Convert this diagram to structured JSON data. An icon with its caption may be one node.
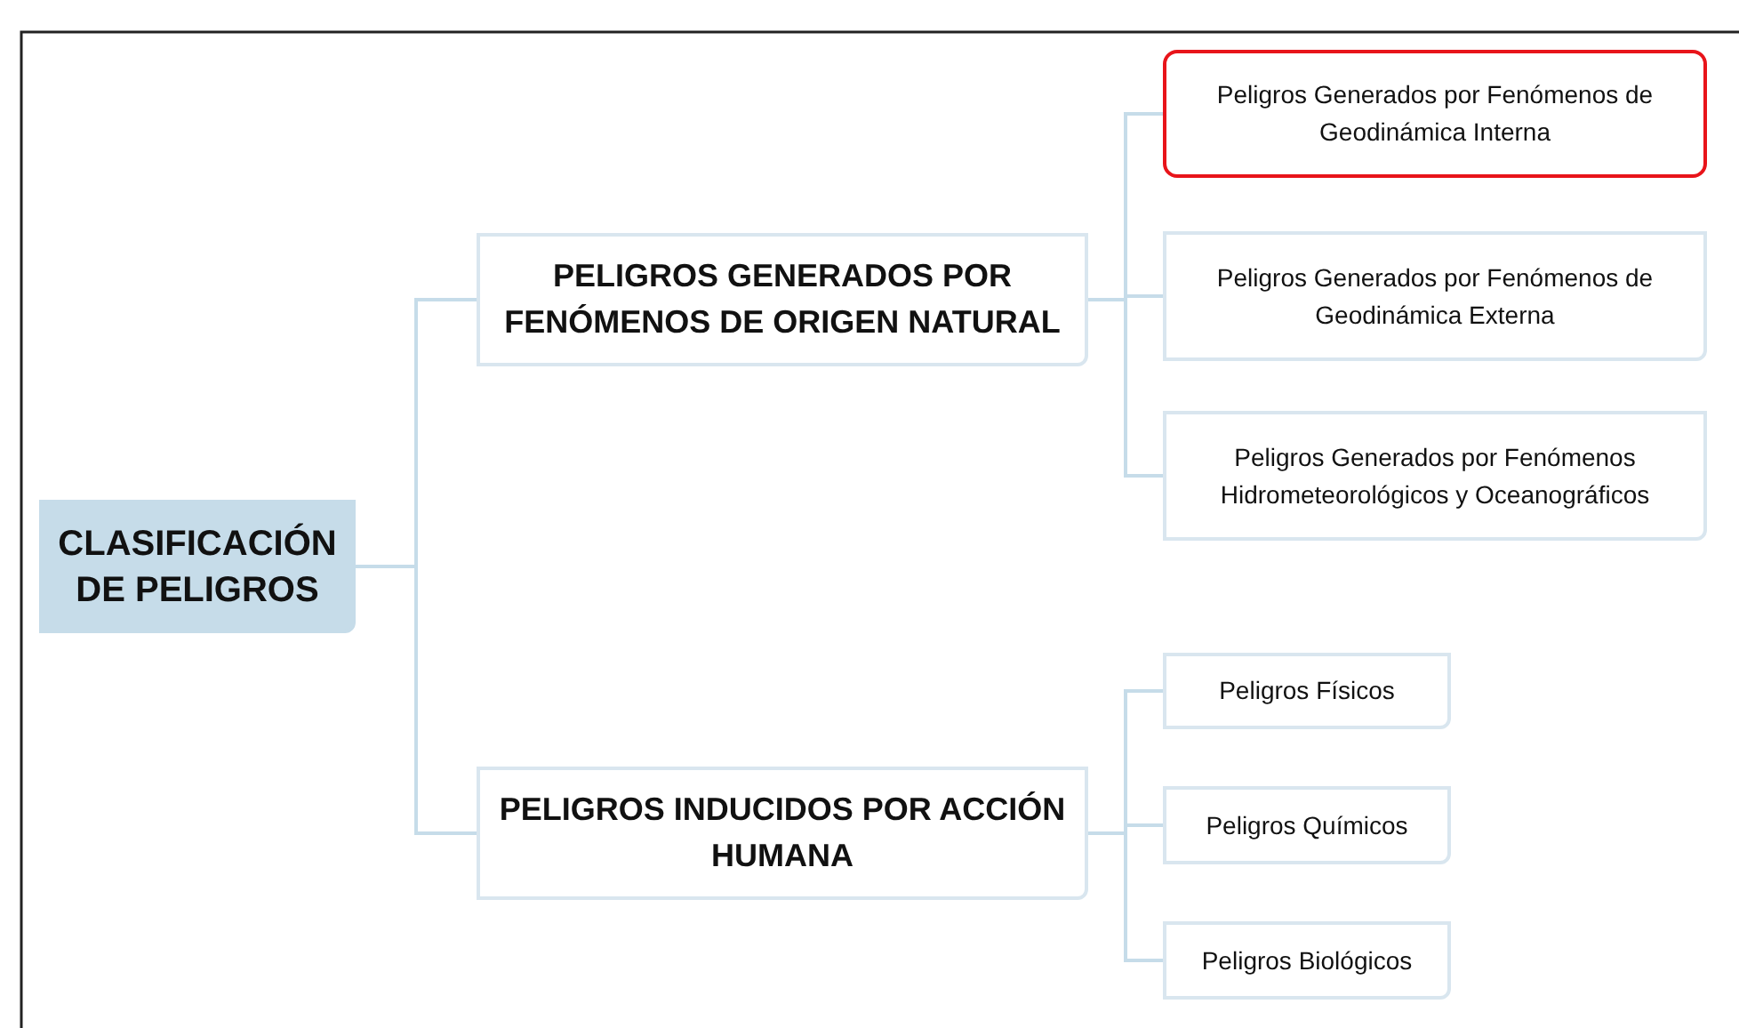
{
  "diagram": {
    "nodes": [
      {
        "text": [
          "CLASIFICACIÓN DE PELIGROS"
        ]
      },
      {
        "text": [
          "PELIGROS GENERADOS POR FENÓMENOS DE ORIGEN NATURAL"
        ]
      },
      {
        "text": [
          "PELIGROS INDUCIDOS POR ACCIÓN HUMANA"
        ]
      },
      {
        "text": [
          "Peligros Generados por Fenómenos de Geodinámica Interna"
        ]
      },
      {
        "text": [
          "Peligros Generados por Fenómenos de Geodinámica Externa"
        ]
      },
      {
        "text": [
          "Peligros Generados por Fenómenos Hidrometeorológicos y Oceanográficos"
        ]
      },
      {
        "text": [
          "Peligros Físicos"
        ]
      },
      {
        "text": [
          "Peligros Químicos"
        ]
      },
      {
        "text": [
          "Peligros Biológicos"
        ]
      }
    ],
    "edges": [
      {
        "from": 0,
        "to": 1,
        "arrow": "none"
      },
      {
        "from": 0,
        "to": 2,
        "arrow": "none"
      },
      {
        "from": 1,
        "to": 3,
        "arrow": "none"
      },
      {
        "from": 1,
        "to": 4,
        "arrow": "none"
      },
      {
        "from": 1,
        "to": 5,
        "arrow": "none"
      },
      {
        "from": 2,
        "to": 6,
        "arrow": "none"
      },
      {
        "from": 2,
        "to": 7,
        "arrow": "none"
      },
      {
        "from": 2,
        "to": 8,
        "arrow": "none"
      }
    ]
  }
}
